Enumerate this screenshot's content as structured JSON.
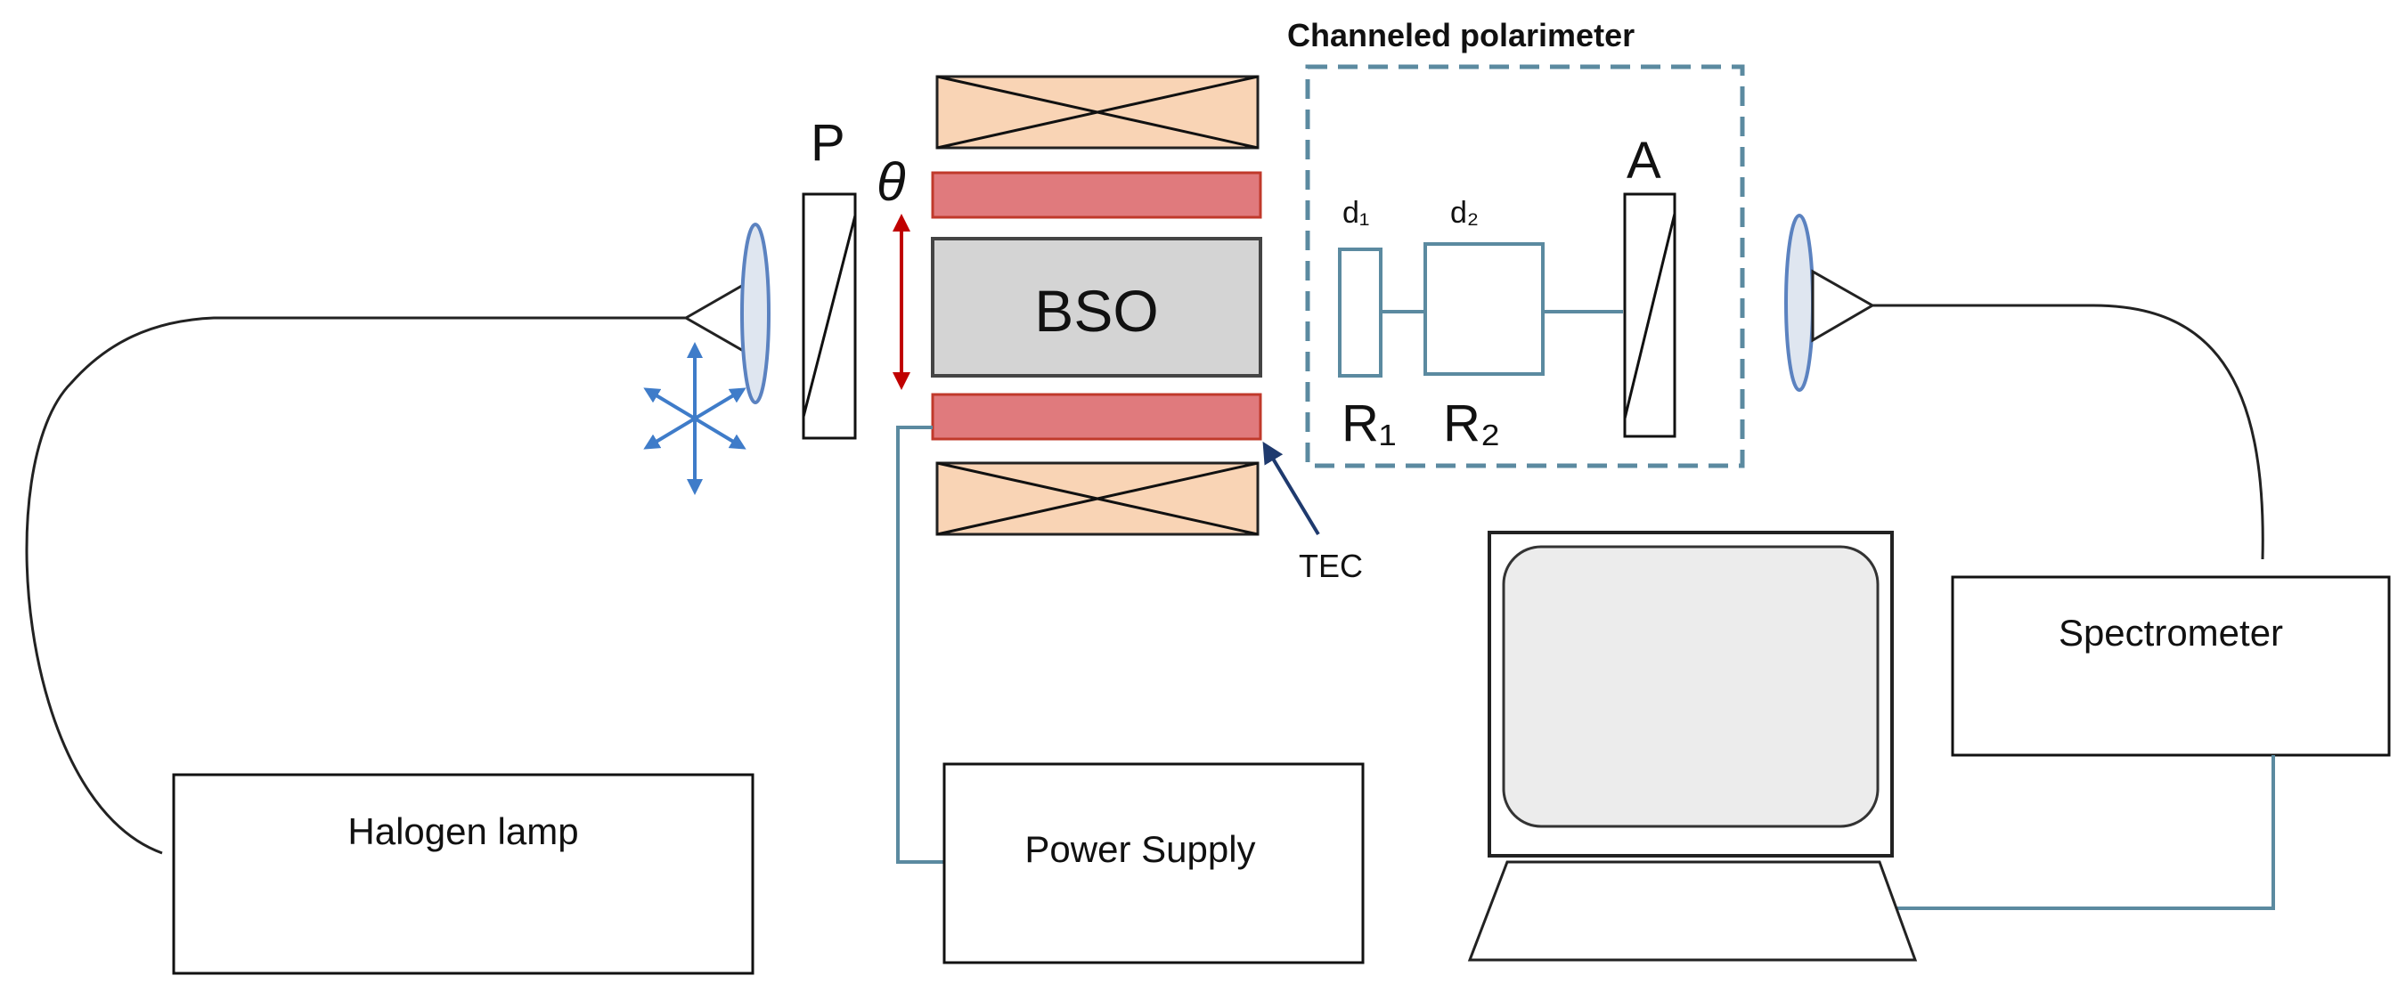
{
  "diagram": {
    "title": "Channeled polarimeter",
    "labels": {
      "polarizer": "P",
      "angle": "θ",
      "crystal": "BSO",
      "analyzer": "A",
      "retarder1_thickness": "d₁",
      "retarder2_thickness": "d₂",
      "retarder1": "R₁",
      "retarder2": "R₂",
      "tec": "TEC"
    },
    "boxes": {
      "lamp": "Halogen lamp",
      "power_supply": "Power Supply",
      "spectrometer": "Spectrometer"
    },
    "colors": {
      "coil_fill": "#f9d4b5",
      "tec_fill": "#e07a7d",
      "tec_stroke": "#c0392b",
      "crystal_fill": "#d4d4d4",
      "lens_fill": "#dfe6f0",
      "lens_stroke": "#5b82c0",
      "wire": "#5b8aa0",
      "dashed_frame": "#5b8aa0",
      "angle_arrow": "#c00000",
      "polarization_arrows": "#3f7cc9",
      "screen_fill": "#ececec"
    }
  }
}
